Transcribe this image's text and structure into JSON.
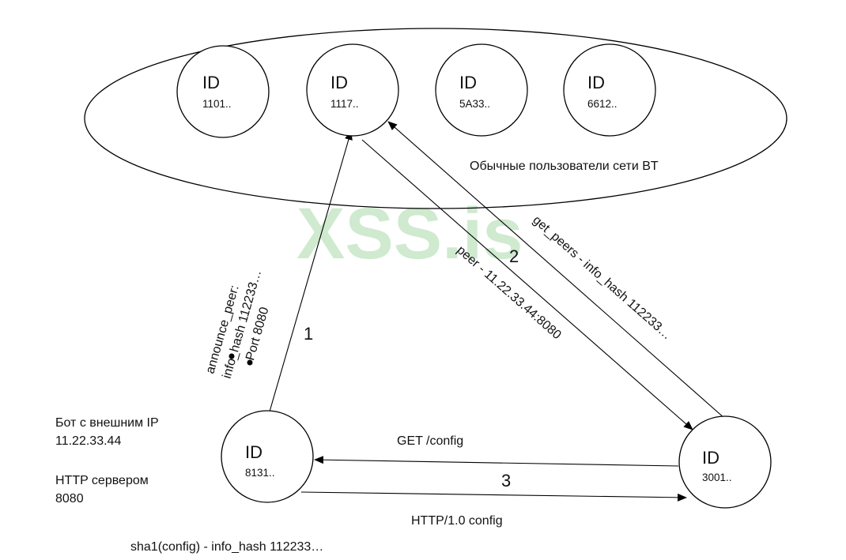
{
  "watermark": "XSS.is",
  "cloud_label": "Обычные пользователи сети BT",
  "cloud_nodes": [
    {
      "title": "ID",
      "value": "1101.."
    },
    {
      "title": "ID",
      "value": "1117.."
    },
    {
      "title": "ID",
      "value": "5A33.."
    },
    {
      "title": "ID",
      "value": "6612.."
    }
  ],
  "bot_node": {
    "title": "ID",
    "value": "8131.."
  },
  "peer_node": {
    "title": "ID",
    "value": "3001.."
  },
  "bot_info": {
    "line1": "Бот с внешним IP",
    "line2": "11.22.33.44",
    "line3": "HTTP сервером",
    "line4": "8080"
  },
  "announce": {
    "line1": "announce_peer:",
    "line2": "info_hash 112233…",
    "line3": "Port 8080",
    "step": "1"
  },
  "get_peers": {
    "label": "get_peers - info_hash 112233…",
    "step": "2"
  },
  "peer_reply": {
    "label": "peer - 11.22.33.44:8080"
  },
  "http": {
    "request": "GET /config",
    "response": "HTTP/1.0 config",
    "step": "3"
  },
  "footer": "sha1(config) - info_hash 112233…"
}
